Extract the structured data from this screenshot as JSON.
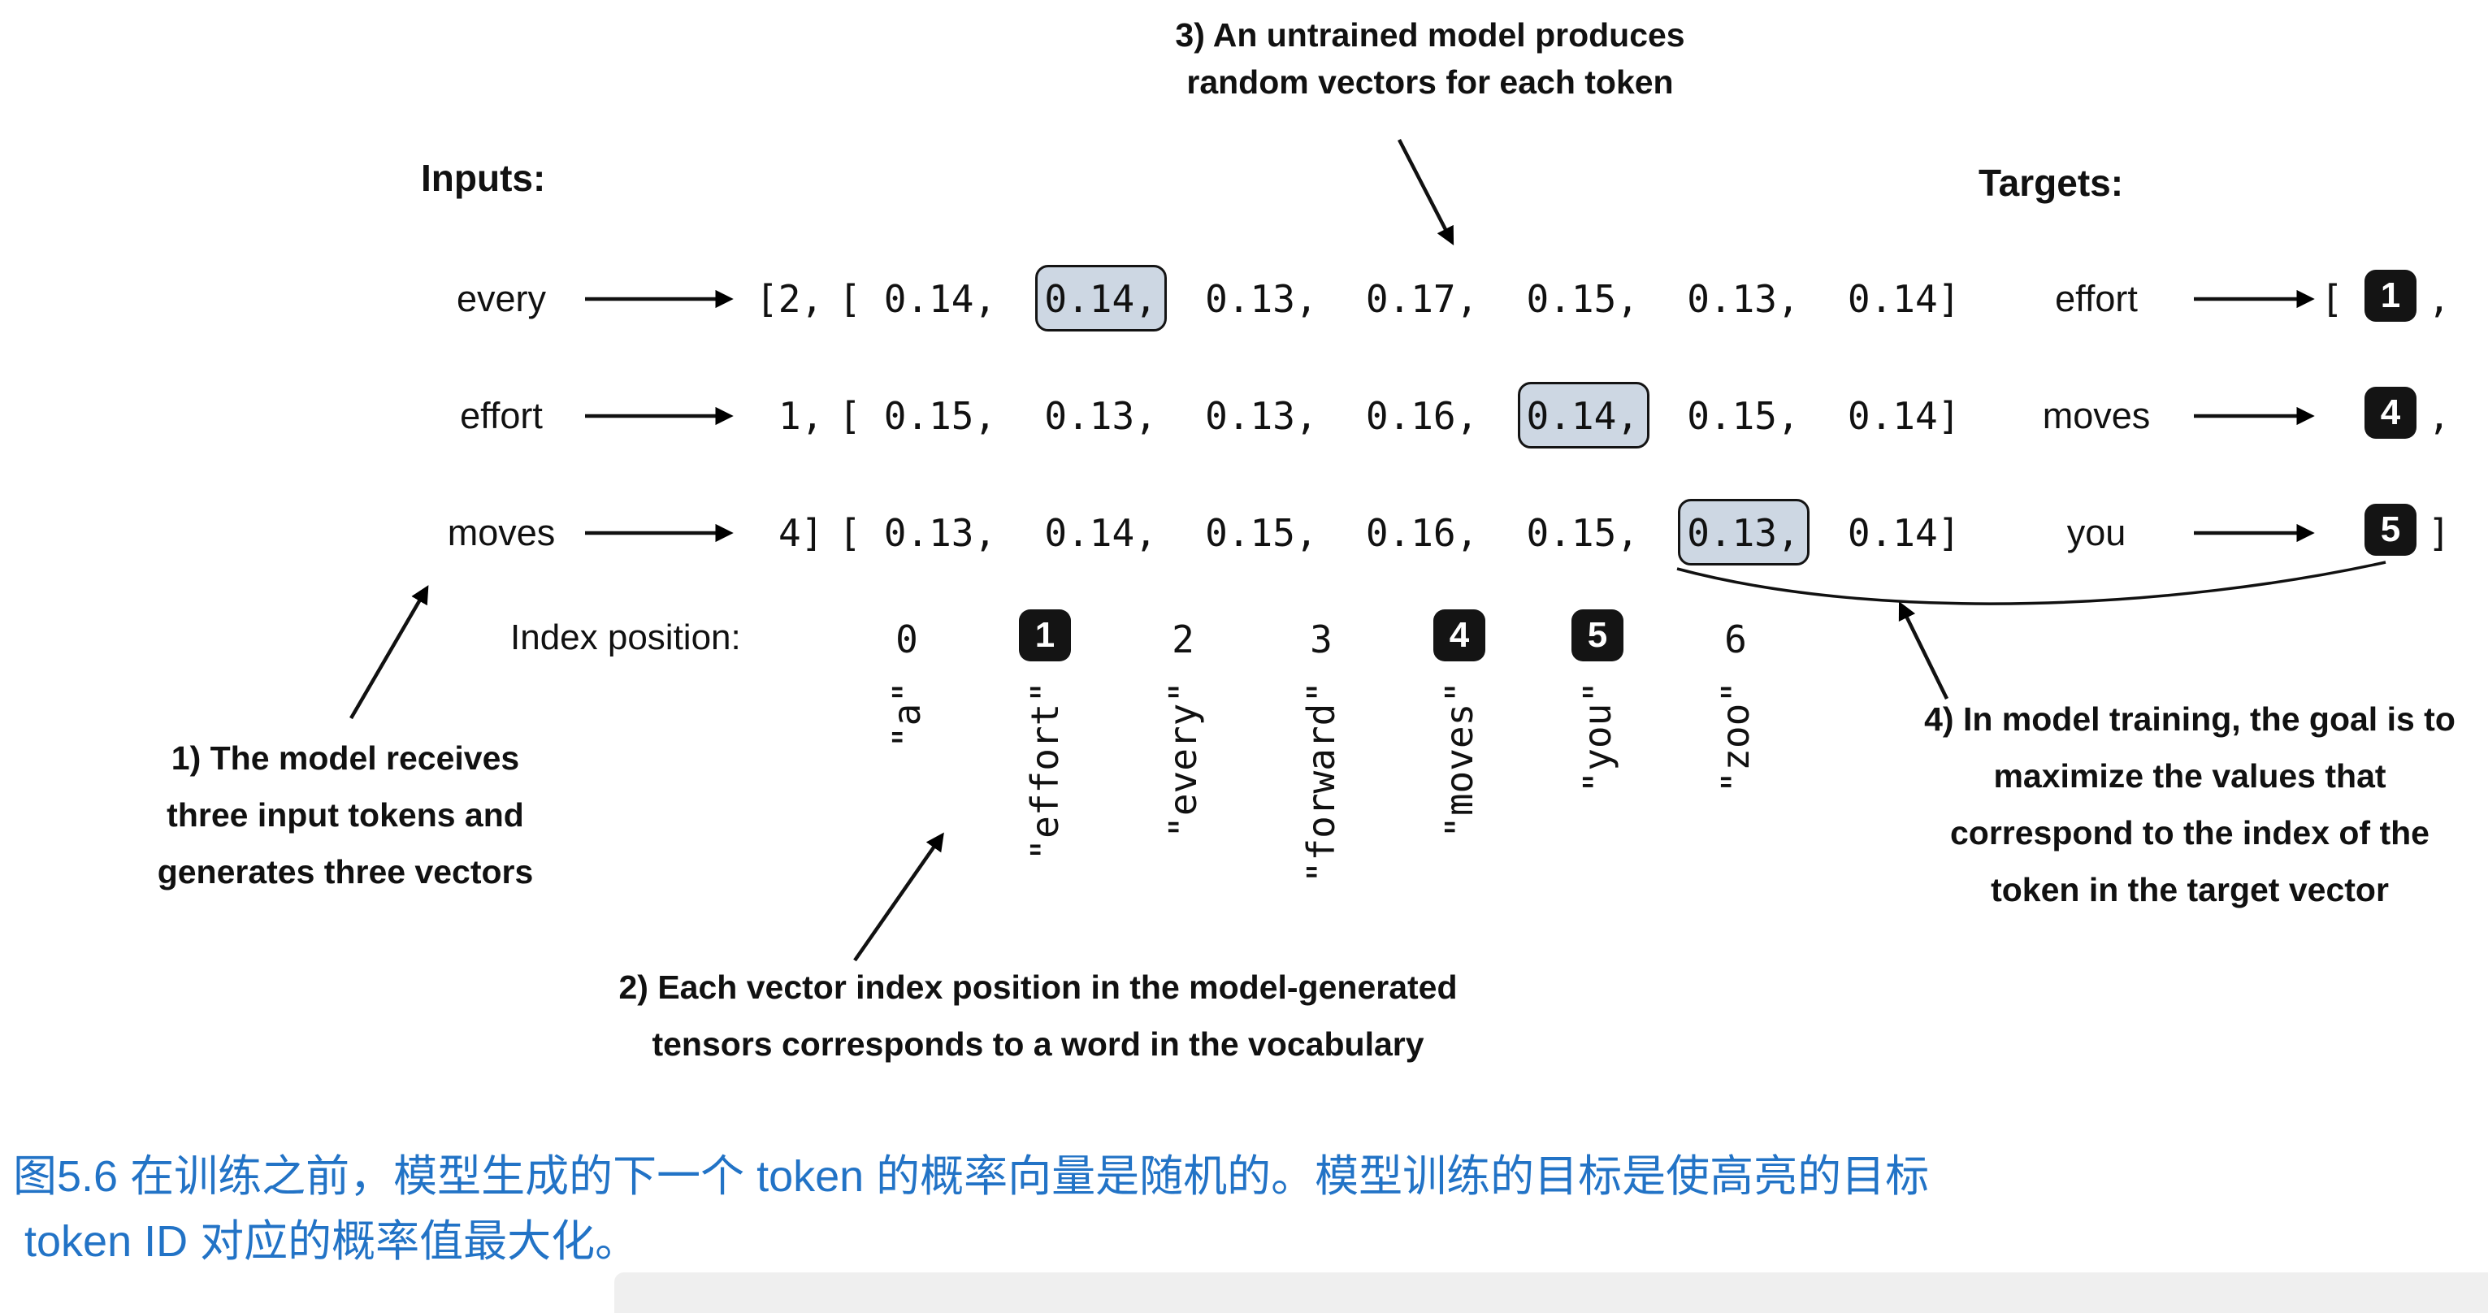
{
  "figure": {
    "inputs": {
      "label": "Inputs:",
      "rows": [
        {
          "token": "every",
          "id": "[2,"
        },
        {
          "token": "effort",
          "id": "1,"
        },
        {
          "token": "moves",
          "id": "4]"
        }
      ]
    },
    "vectors": {
      "open": "[",
      "sep": ",",
      "close": "]",
      "rows": [
        {
          "values": [
            "0.14",
            "0.14",
            "0.13",
            "0.17",
            "0.15",
            "0.13",
            "0.14"
          ],
          "highlight_index": 1
        },
        {
          "values": [
            "0.15",
            "0.13",
            "0.13",
            "0.16",
            "0.14",
            "0.15",
            "0.14"
          ],
          "highlight_index": 4
        },
        {
          "values": [
            "0.13",
            "0.14",
            "0.15",
            "0.16",
            "0.15",
            "0.13",
            "0.14"
          ],
          "highlight_index": 5
        }
      ]
    },
    "index_row": {
      "label": "Index position:",
      "positions": [
        {
          "num": "0",
          "badge": false,
          "word": "\"a\""
        },
        {
          "num": "1",
          "badge": true,
          "word": "\"effort\""
        },
        {
          "num": "2",
          "badge": false,
          "word": "\"every\""
        },
        {
          "num": "3",
          "badge": false,
          "word": "\"forward\""
        },
        {
          "num": "4",
          "badge": true,
          "word": "\"moves\""
        },
        {
          "num": "5",
          "badge": true,
          "word": "\"you\""
        },
        {
          "num": "6",
          "badge": false,
          "word": "\"zoo\""
        }
      ]
    },
    "targets": {
      "label": "Targets:",
      "rows": [
        {
          "token": "effort",
          "prefix": "[",
          "id": "1",
          "suffix": ","
        },
        {
          "token": "moves",
          "prefix": "",
          "id": "4",
          "suffix": ","
        },
        {
          "token": "you",
          "prefix": "",
          "id": "5",
          "suffix": "]"
        }
      ]
    },
    "annotations": {
      "note1": {
        "lines": [
          "1) The model receives",
          "three input tokens and",
          "generates three vectors"
        ]
      },
      "note2": {
        "lines": [
          "2) Each vector index position in the model-generated",
          "tensors corresponds to a word in the vocabulary"
        ]
      },
      "note3": {
        "lines": [
          "3) An untrained model produces",
          "random vectors for each token"
        ]
      },
      "note4": {
        "lines": [
          "4) In model training, the goal is to",
          "maximize the values that",
          "correspond to the index of the",
          "token in the target vector"
        ]
      }
    },
    "caption": {
      "lines": [
        "图5.6 在训练之前，模型生成的下一个 token 的概率向量是随机的。模型训练的目标是使高亮的目标",
        "token ID 对应的概率值最大化。"
      ],
      "color": "#2273c6"
    },
    "colors": {
      "highlight_bg": "#cdd7e3",
      "badge_bg": "#141414",
      "badge_text": "#ffffff",
      "caption_blue": "#2273c6",
      "arrow": "#111111"
    }
  }
}
